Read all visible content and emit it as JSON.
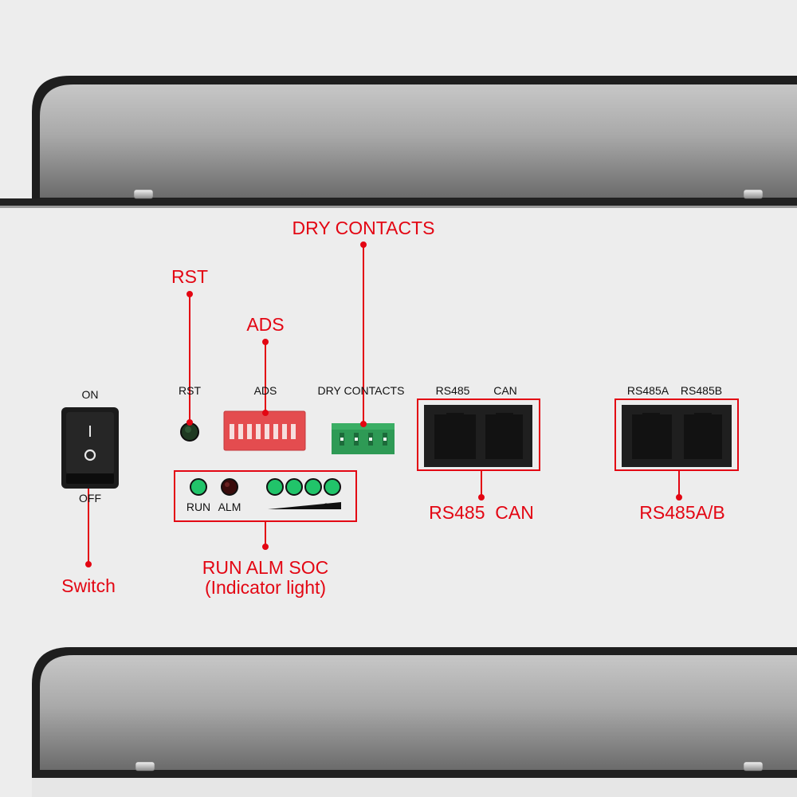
{
  "switch": {
    "on_label": "ON",
    "off_label": "OFF",
    "caption": "Switch"
  },
  "rst": {
    "panel_label": "RST",
    "caption": "RST"
  },
  "ads": {
    "panel_label": "ADS",
    "caption": "ADS"
  },
  "dry_contacts": {
    "panel_label": "DRY CONTACTS",
    "caption": "DRY CONTACTS"
  },
  "indicators": {
    "run_label": "RUN",
    "alm_label": "ALM",
    "soc_label": "SOC",
    "caption_line1": "RUN ALM SOC",
    "caption_line2": "(Indicator light)"
  },
  "ports_left": {
    "label_a": "RS485",
    "label_b": "CAN",
    "caption": "RS485  CAN"
  },
  "ports_right": {
    "label_a": "RS485A",
    "label_b": "RS485B",
    "caption": "RS485A/B"
  },
  "colors": {
    "callout": "#e30613",
    "led_green": "#21c46a",
    "led_alarm": "#3a0c0c",
    "dip_switch": "#e44c4f",
    "terminal": "#2e9a55",
    "panel": "#ededed",
    "bezel": "#1c1c1c"
  }
}
